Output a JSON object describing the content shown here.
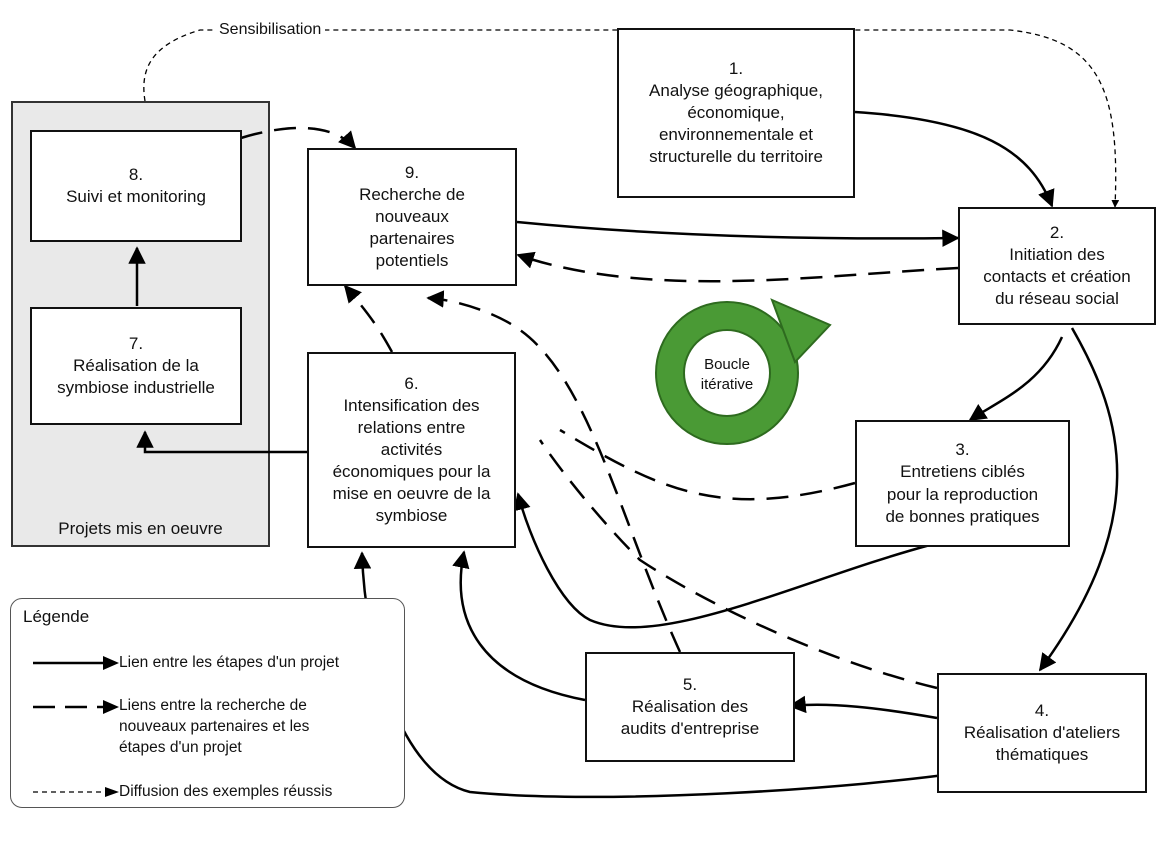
{
  "diagram": {
    "awareness_label": "Sensibilisation",
    "group_label": "Projets mis en oeuvre",
    "loop_label": "Boucle\nitérative",
    "loop_color": "#4a9a35",
    "loop_border_color": "#2e6b1f",
    "steps": {
      "s1": {
        "num": "1.",
        "text": "Analyse géographique,\néconomique,\nenvironnementale et\nstructurelle du territoire"
      },
      "s2": {
        "num": "2.",
        "text": "Initiation des\ncontacts et création\ndu réseau social"
      },
      "s3": {
        "num": "3.",
        "text": "Entretiens ciblés\npour la reproduction\nde bonnes pratiques"
      },
      "s4": {
        "num": "4.",
        "text": "Réalisation d'ateliers\nthématiques"
      },
      "s5": {
        "num": "5.",
        "text": "Réalisation des\naudits d'entreprise"
      },
      "s6": {
        "num": "6.",
        "text": "Intensification des\nrelations entre\nactivités\néconomiques pour la\nmise en oeuvre de la\nsymbiose"
      },
      "s7": {
        "num": "7.",
        "text": "Réalisation de la\nsymbiose industrielle"
      },
      "s8": {
        "num": "8.",
        "text": "Suivi et monitoring"
      },
      "s9": {
        "num": "9.",
        "text": "Recherche de\nnouveaux\npartenaires\npotentiels"
      }
    }
  },
  "legend": {
    "title": "Légende",
    "items": [
      {
        "style": "solid",
        "text": "Lien entre les étapes d'un projet"
      },
      {
        "style": "dashed",
        "text": "Liens entre la recherche de\nnouveaux partenaires et les\nétapes d'un projet"
      },
      {
        "style": "dotted",
        "text": "Diffusion des exemples réussis"
      }
    ]
  }
}
